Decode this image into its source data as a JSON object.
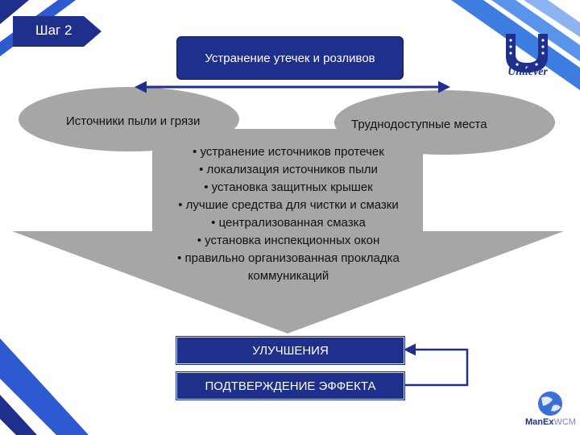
{
  "step_label": "Шаг 2",
  "top_box": "Устранение утечек и розливов",
  "left_label": "Источники пыли и грязи",
  "right_label": "Труднодоступные места",
  "measures": [
    "• устранение источников протечек",
    "• локализация источников пыли",
    "• установка защитных крышек",
    "• лучшие средства для чистки и смазки",
    "• централизованная смазка",
    "• установка инспекционных окон",
    "• правильно организованная прокладка коммуникаций"
  ],
  "improvements_box": "УЛУЧШЕНИЯ",
  "confirmation_box": "ПОДТВЕРЖДЕНИЕ ЭФФЕКТА",
  "brand": {
    "name": "Unilever",
    "color": "#1f2f8c"
  },
  "corner_brand": {
    "part1": "ManEx",
    "part2": "WCM"
  },
  "colors": {
    "navy": "#1f2f8c",
    "gray_shape": "#a6a6a6",
    "corner_blue": "#3a6fd6"
  }
}
